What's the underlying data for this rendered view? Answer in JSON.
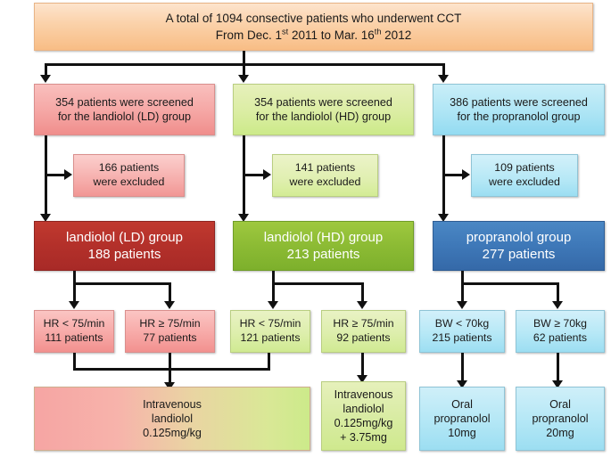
{
  "diagram": {
    "title_box": {
      "line1": "A total of 1094 consective patients who underwent CCT",
      "line2_pre": "From Dec. 1",
      "line2_sup1": "st",
      "line2_mid": " 2011 to Mar. 16",
      "line2_sup2": "th",
      "line2_post": " 2012"
    },
    "screened": [
      {
        "line1": "354 patients were screened",
        "line2": "for the landiolol (LD) group",
        "color": "#f5a6a4"
      },
      {
        "line1": "354 patients were screened",
        "line2": "for the landiolol (HD) group",
        "color": "#dbeda3"
      },
      {
        "line1": "386 patients were screened",
        "line2": "for the propranolol group",
        "color": "#aee5f5"
      }
    ],
    "excluded": [
      {
        "line1": "166 patients",
        "line2": "were excluded",
        "color": "#f6aeac"
      },
      {
        "line1": "141 patients",
        "line2": "were excluded",
        "color": "#e0efb0"
      },
      {
        "line1": "109 patients",
        "line2": "were excluded",
        "color": "#b6e8f6"
      }
    ],
    "groups": [
      {
        "line1": "landiolol (LD) group",
        "line2": "188 patients",
        "color": "#b3302a"
      },
      {
        "line1": "landiolol (HD) group",
        "line2": "213 patients",
        "color": "#8cbb34"
      },
      {
        "line1": "propranolol group",
        "line2": "277 patients",
        "color": "#3e78b8"
      }
    ],
    "strata": [
      {
        "line1": "HR < 75/min",
        "line2": "111 patients",
        "color": "#f7a9a7"
      },
      {
        "line1": "HR ≥ 75/min",
        "line2": "77 patients",
        "color": "#f7a9a7"
      },
      {
        "line1": "HR < 75/min",
        "line2": "121 patients",
        "color": "#ddeeac"
      },
      {
        "line1": "HR ≥ 75/min",
        "line2": "92 patients",
        "color": "#ddeeac"
      },
      {
        "line1": "BW < 70kg",
        "line2": "215 patients",
        "color": "#b6e8f6"
      },
      {
        "line1": "BW ≥ 70kg",
        "line2": "62 patients",
        "color": "#b6e8f6"
      }
    ],
    "treatments": [
      {
        "line1": "Intravenous",
        "line2": "landiolol",
        "line3": "0.125mg/kg",
        "line4": ""
      },
      {
        "line1": "Intravenous",
        "line2": "landiolol",
        "line3": "0.125mg/kg",
        "line4": "+ 3.75mg"
      },
      {
        "line1": "Oral",
        "line2": "propranolol",
        "line3": "10mg",
        "line4": ""
      },
      {
        "line1": "Oral",
        "line2": "propranolol",
        "line3": "20mg",
        "line4": ""
      }
    ]
  }
}
